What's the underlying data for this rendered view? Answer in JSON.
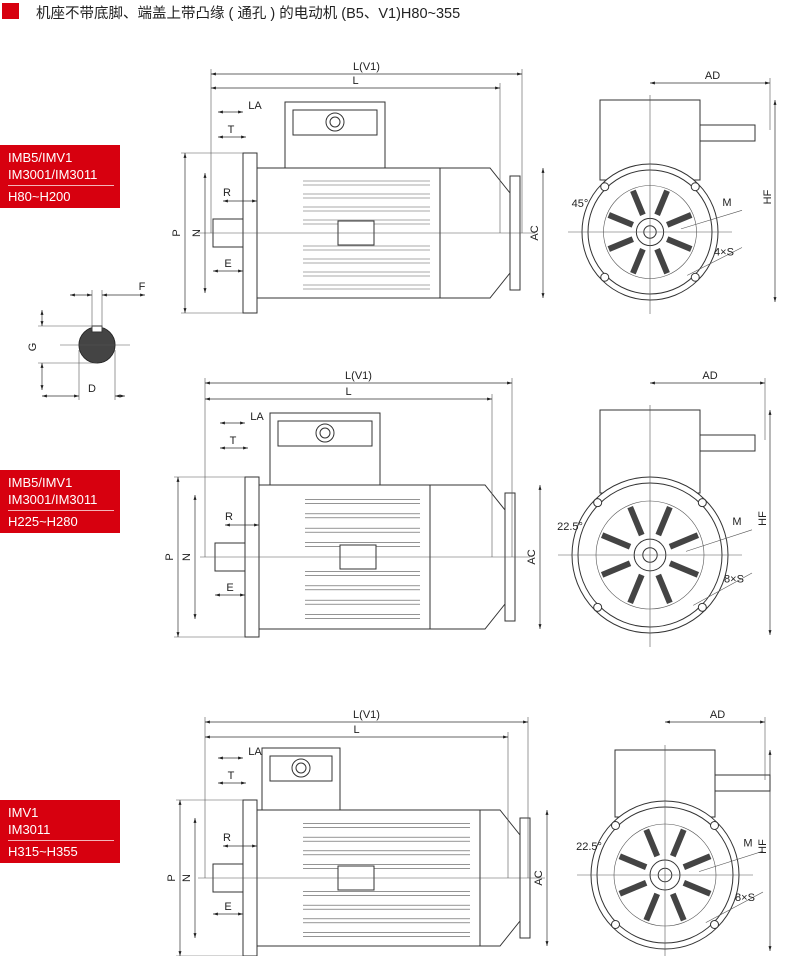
{
  "header": {
    "title": "机座不带底脚、端盖上带凸缘 ( 通孔 ) 的电动机 (B5、V1)H80~355",
    "accent": "#d7000f"
  },
  "sections": [
    {
      "tag": {
        "line1": "IMB5/IMV1",
        "line2": "IM3001/IM3011",
        "range": "H80~H200"
      },
      "dims": {
        "lv1": "L(V1)",
        "l": "L",
        "la": "LA",
        "t": "T",
        "r": "R",
        "p": "P",
        "n": "N",
        "e": "E",
        "ac": "AC",
        "ad": "AD",
        "hf": "HF",
        "angle": "45°",
        "m": "M",
        "s": "4×S"
      }
    },
    {
      "tag": {
        "line1": "IMB5/IMV1",
        "line2": "IM3001/IM3011",
        "range": "H225~H280"
      },
      "dims": {
        "lv1": "L(V1)",
        "l": "L",
        "la": "LA",
        "t": "T",
        "r": "R",
        "p": "P",
        "n": "N",
        "e": "E",
        "ac": "AC",
        "ad": "AD",
        "hf": "HF",
        "angle": "22.5°",
        "m": "M",
        "s": "8×S"
      }
    },
    {
      "tag": {
        "line1": "IMV1",
        "line2": "IM3011",
        "range": "H315~H355"
      },
      "dims": {
        "lv1": "L(V1)",
        "l": "L",
        "la": "LA",
        "t": "T",
        "r": "R",
        "p": "P",
        "n": "N",
        "e": "E",
        "ac": "AC",
        "ad": "AD",
        "hf": "HF",
        "angle": "22.5°",
        "m": "M",
        "s": "8×S"
      }
    }
  ],
  "shaft_detail": {
    "f": "F",
    "g": "G",
    "d": "D"
  }
}
